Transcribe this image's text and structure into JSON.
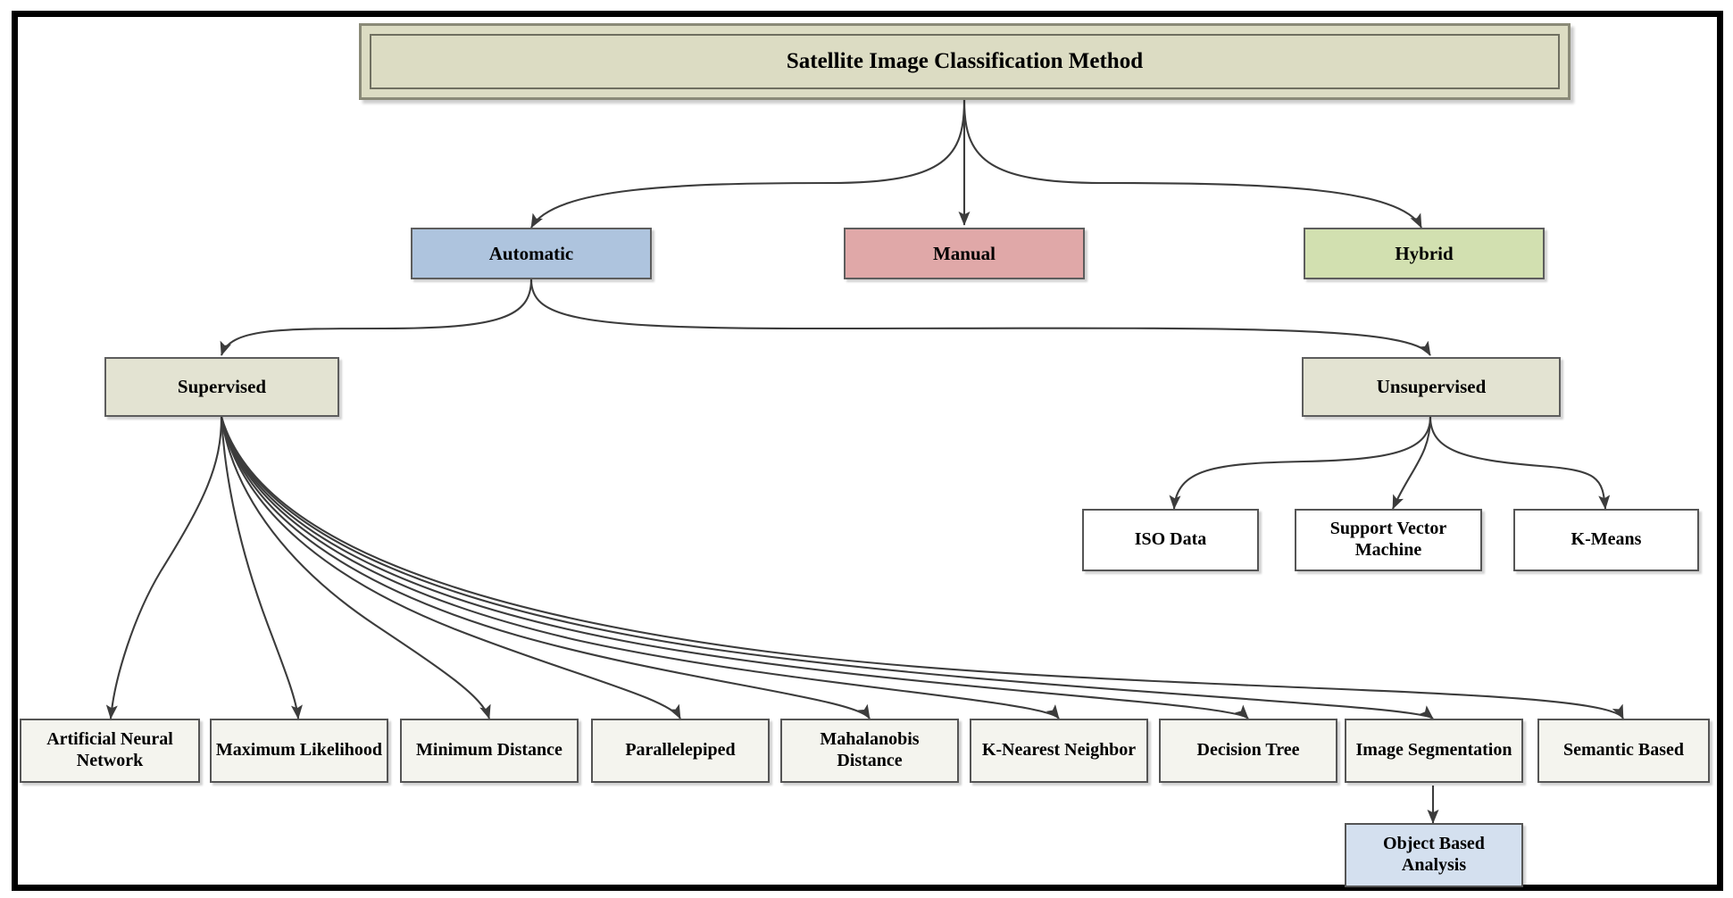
{
  "diagram": {
    "title": "Satellite Image Classification Method",
    "type": "hierarchy-tree",
    "colors": {
      "root_fill": "#dcdcc3",
      "automatic_fill": "#aec4de",
      "manual_fill": "#e0a8a8",
      "hybrid_fill": "#d2e0b0",
      "supervised_fill": "#e3e3d2",
      "leaf_fill": "#f4f4ee",
      "unsupervised_child_fill": "#ffffff",
      "object_based_analysis_fill": "#d4e0ef",
      "frame_border": "#000000",
      "edge_stroke": "#3c3c3c"
    },
    "nodes": {
      "root": {
        "label": "Satellite Image Classification Method"
      },
      "automatic": {
        "label": "Automatic"
      },
      "manual": {
        "label": "Manual"
      },
      "hybrid": {
        "label": "Hybrid"
      },
      "supervised": {
        "label": "Supervised"
      },
      "unsupervised": {
        "label": "Unsupervised"
      },
      "iso_data": {
        "label": "ISO Data"
      },
      "support_vector_machine": {
        "label": "Support Vector Machine"
      },
      "k_means": {
        "label": "K-Means"
      },
      "artificial_neural_network": {
        "label": "Artificial Neural Network"
      },
      "maximum_likelihood": {
        "label": "Maximum Likelihood"
      },
      "minimum_distance": {
        "label": "Minimum Distance"
      },
      "parallelepiped": {
        "label": "Parallelepiped"
      },
      "mahalanobis_distance": {
        "label": "Mahalanobis Distance"
      },
      "k_nearest_neighbor": {
        "label": "K-Nearest Neighbor"
      },
      "decision_tree": {
        "label": "Decision Tree"
      },
      "image_segmentation": {
        "label": "Image Segmentation"
      },
      "semantic_based": {
        "label": "Semantic Based"
      },
      "object_based_analysis": {
        "label": "Object Based Analysis"
      }
    },
    "edges": [
      {
        "from": "root",
        "to": "automatic"
      },
      {
        "from": "root",
        "to": "manual"
      },
      {
        "from": "root",
        "to": "hybrid"
      },
      {
        "from": "automatic",
        "to": "supervised"
      },
      {
        "from": "automatic",
        "to": "unsupervised"
      },
      {
        "from": "unsupervised",
        "to": "iso_data"
      },
      {
        "from": "unsupervised",
        "to": "support_vector_machine"
      },
      {
        "from": "unsupervised",
        "to": "k_means"
      },
      {
        "from": "supervised",
        "to": "artificial_neural_network"
      },
      {
        "from": "supervised",
        "to": "maximum_likelihood"
      },
      {
        "from": "supervised",
        "to": "minimum_distance"
      },
      {
        "from": "supervised",
        "to": "parallelepiped"
      },
      {
        "from": "supervised",
        "to": "mahalanobis_distance"
      },
      {
        "from": "supervised",
        "to": "k_nearest_neighbor"
      },
      {
        "from": "supervised",
        "to": "decision_tree"
      },
      {
        "from": "supervised",
        "to": "image_segmentation"
      },
      {
        "from": "supervised",
        "to": "semantic_based"
      },
      {
        "from": "image_segmentation",
        "to": "object_based_analysis"
      }
    ]
  }
}
